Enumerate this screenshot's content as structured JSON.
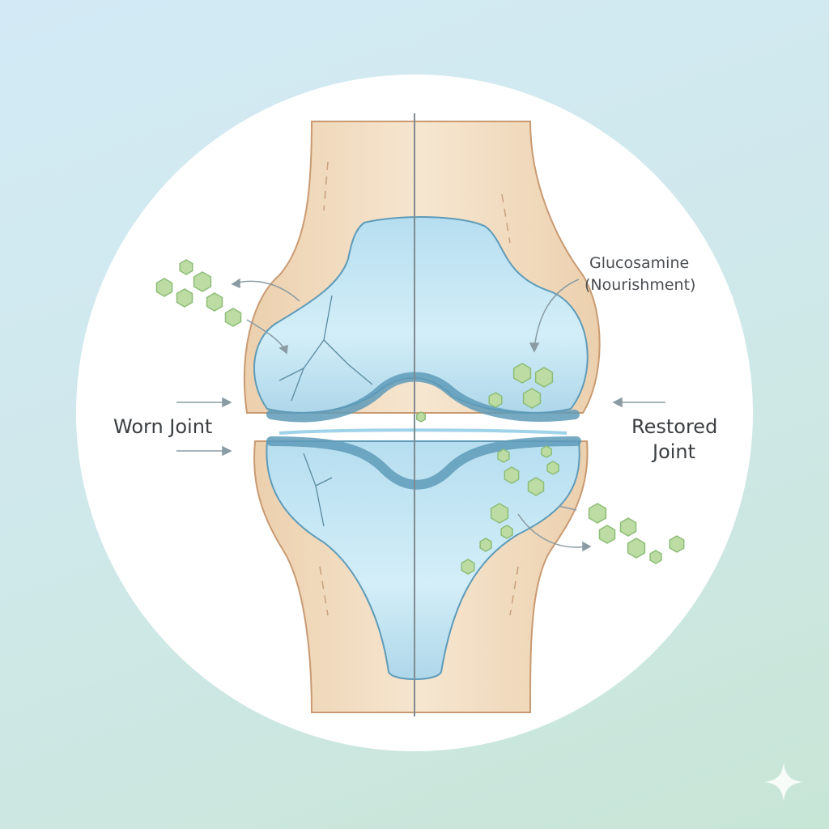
{
  "labels": {
    "left": "Worn Joint",
    "right_line1": "Restored",
    "right_line2": "Joint",
    "nutrient_line1": "Glucosamine",
    "nutrient_line2": "(Nourishment)"
  },
  "watermark": "sparkle-logo",
  "colors": {
    "bone": "#f2dcc0",
    "bone_outline": "#c89a72",
    "cartilage": "#bfe3f2",
    "cartilage_outline": "#5e9bb8",
    "glucosamine": "#bcdca4",
    "glucosamine_outline": "#8cbd76"
  }
}
